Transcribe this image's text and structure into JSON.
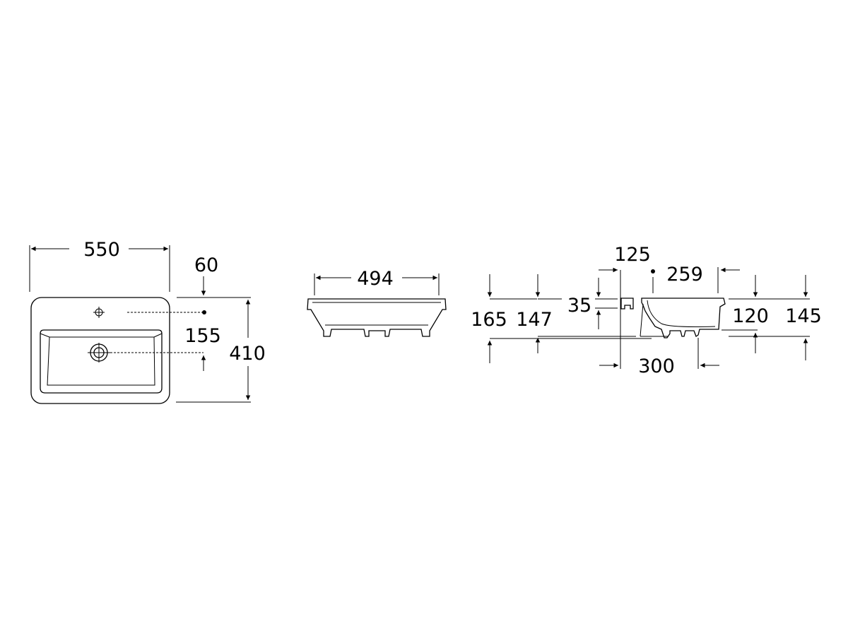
{
  "top_view": {
    "width_label": "550",
    "tap_offset_label": "60",
    "waste_offset_label": "155",
    "depth_label": "410"
  },
  "front_view": {
    "bowl_width_label": "494"
  },
  "side_view": {
    "tap_height_label": "125",
    "bowl_length_label": "259",
    "rim_label": "35",
    "total_height_label": "165",
    "body_height_label": "147",
    "waste_height_label": "120",
    "rear_height_label": "145",
    "base_width_label": "300"
  }
}
